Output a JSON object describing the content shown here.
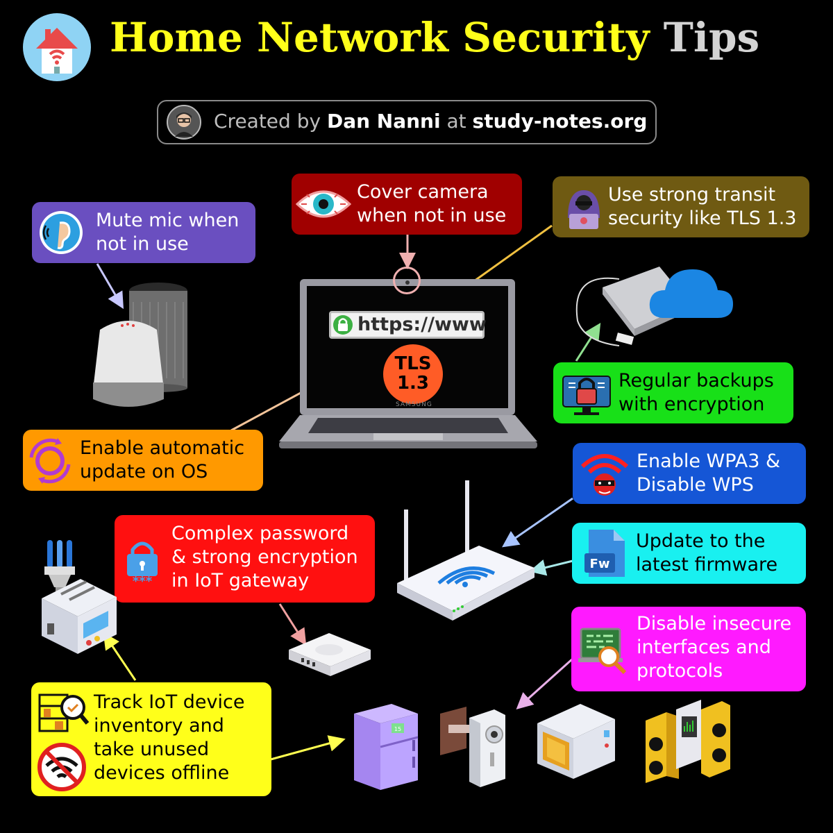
{
  "title": {
    "part1": "Home Network Security",
    "part2": "Tips"
  },
  "credit": {
    "prefix": "Created by",
    "author": "Dan Nanni",
    "mid": "at",
    "site": "study-notes.org"
  },
  "laptop": {
    "url": "https://www",
    "tls_line1": "TLS",
    "tls_line2": "1.3",
    "brand": "SAMSUNG"
  },
  "tips": {
    "mic": {
      "text": "Mute mic when\nnot in use",
      "color": "#6a4fc0"
    },
    "camera": {
      "text": "Cover camera\nwhen not in use",
      "color": "#a00000"
    },
    "tls": {
      "text": "Use strong transit\nsecurity like TLS 1.3",
      "color": "#6f5a12"
    },
    "backup": {
      "text": "Regular backups\nwith encryption",
      "color": "#18e018"
    },
    "update": {
      "text": "Enable automatic\nupdate on OS",
      "color": "#ff9900"
    },
    "wpa": {
      "text": "Enable WPA3 &\nDisable WPS",
      "color": "#1556d6"
    },
    "firmware": {
      "text": "Update to the\nlatest firmware",
      "color": "#19f0f0"
    },
    "iot_password": {
      "text": "Complex password\n& strong encryption\nin IoT gateway",
      "color": "#ff1010"
    },
    "insecure": {
      "text": "Disable insecure\ninterfaces and\nprotocols",
      "color": "#ff1aff"
    },
    "inventory": {
      "text": "Track IoT device\ninventory and\ntake unused\ndevices offline",
      "color": "#ffff1a"
    }
  },
  "icons": {
    "fw_label": "Fw",
    "password_stars": "***",
    "fridge_label": "15"
  }
}
